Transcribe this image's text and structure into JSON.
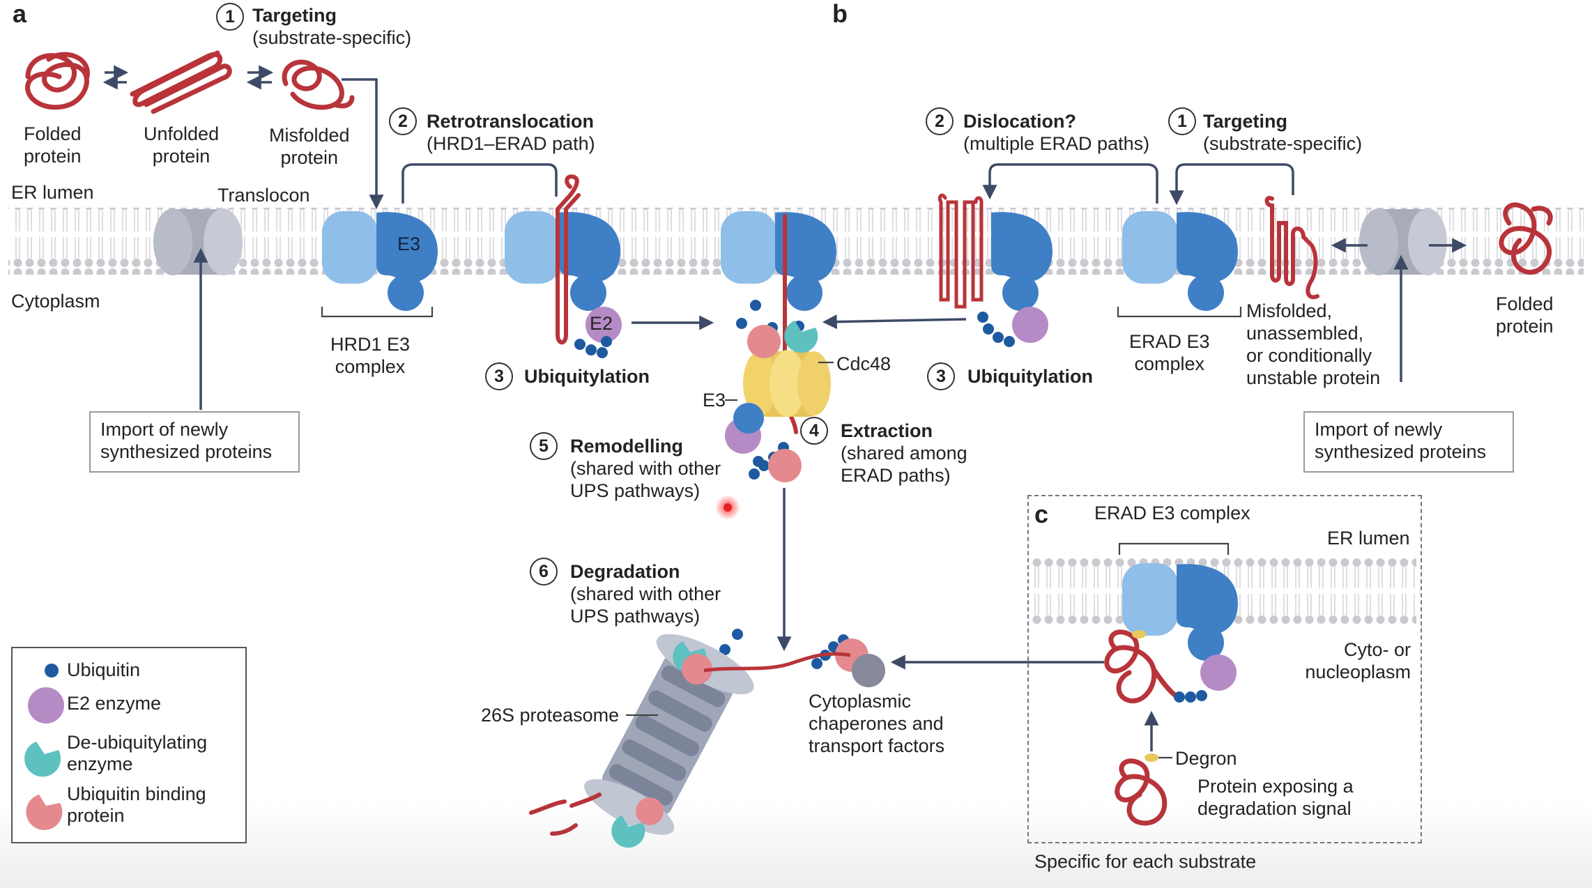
{
  "panels": {
    "a": "a",
    "b": "b",
    "c": "c"
  },
  "panel_a": {
    "step1": {
      "num": "1",
      "title": "Targeting",
      "sub": "(substrate-specific)"
    },
    "step2": {
      "num": "2",
      "title": "Retrotranslocation",
      "sub": "(HRD1–ERAD path)"
    },
    "step3": {
      "num": "3",
      "title": "Ubiquitylation"
    },
    "folded": "Folded\nprotein",
    "unfolded": "Unfolded\nprotein",
    "misfolded": "Misfolded\nprotein",
    "er_lumen": "ER lumen",
    "translocon": "Translocon",
    "cytoplasm": "Cytoplasm",
    "e3": "E3",
    "e2": "E2",
    "hrd1_complex": "HRD1 E3\ncomplex",
    "import_box": "Import of newly\nsynthesized proteins"
  },
  "center": {
    "cdc48": "Cdc48",
    "e3": "E3",
    "step4": {
      "num": "4",
      "title": "Extraction",
      "sub": "(shared among\nERAD paths)"
    },
    "step5": {
      "num": "5",
      "title": "Remodelling",
      "sub": "(shared with other\nUPS pathways)"
    },
    "step6": {
      "num": "6",
      "title": "Degradation",
      "sub": "(shared with other\nUPS pathways)"
    },
    "proteasome": "26S proteasome",
    "chaperones": "Cytoplasmic\nchaperones and\ntransport factors"
  },
  "panel_b": {
    "step2": {
      "num": "2",
      "title": "Dislocation?",
      "sub": "(multiple ERAD paths)"
    },
    "step1": {
      "num": "1",
      "title": "Targeting",
      "sub": "(substrate-specific)"
    },
    "step3": {
      "num": "3",
      "title": "Ubiquitylation"
    },
    "erad_complex": "ERAD E3\ncomplex",
    "misfolded": "Misfolded,\nunassembled,\nor conditionally\nunstable protein",
    "folded": "Folded\nprotein",
    "import_box": "Import of newly\nsynthesized proteins"
  },
  "panel_c": {
    "erad_complex": "ERAD E3 complex",
    "er_lumen": "ER lumen",
    "cyto": "Cyto- or\nnucleoplasm",
    "degron": "Degron",
    "exposing": "Protein exposing a\ndegradation signal",
    "specific": "Specific for each substrate"
  },
  "legend": {
    "ubiquitin": "Ubiquitin",
    "e2": "E2 enzyme",
    "dub": "De-ubiquitylating\nenzyme",
    "ubp": "Ubiquitin binding\nprotein"
  },
  "colors": {
    "substrate": "#b8343a",
    "e3_light": "#8fbfe8",
    "e3_dark": "#3f7fc6",
    "ubiquitin": "#1e5aa0",
    "e2": "#b58bc6",
    "dub": "#5fc0c0",
    "ubp": "#e48a8f",
    "cdc48": "#f1d36a",
    "membrane": "#cfcfd4",
    "proteasome": "#9ea6b8",
    "arrow": "#3d4a66"
  }
}
